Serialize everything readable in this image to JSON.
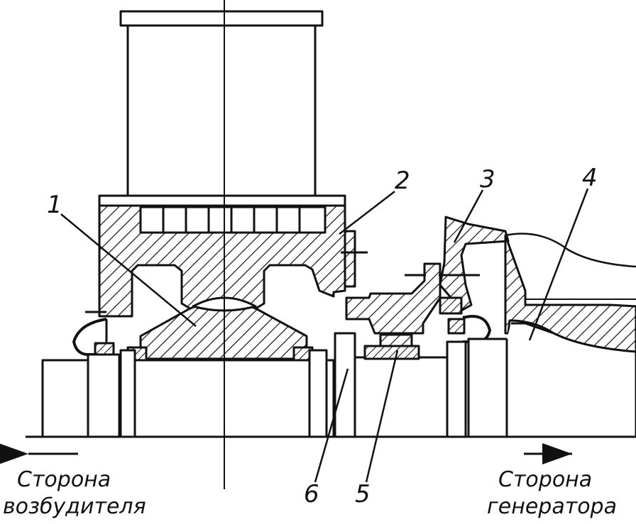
{
  "callouts": {
    "c1": "1",
    "c2": "2",
    "c3": "3",
    "c4": "4",
    "c5": "5",
    "c6": "6"
  },
  "left_side": {
    "line1": "Сторона",
    "line2": "возбудителя"
  },
  "right_side": {
    "line1": "Сторона",
    "line2": "генератора"
  },
  "colors": {
    "ink": "#111111",
    "paper": "#ffffff"
  }
}
